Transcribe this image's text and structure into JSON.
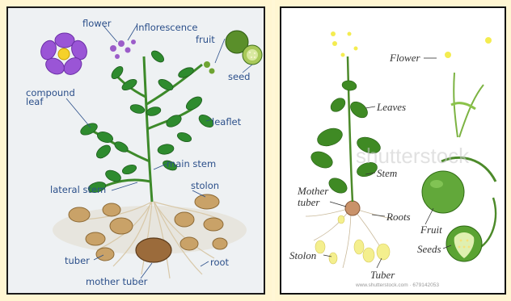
{
  "left_panel": {
    "labels": {
      "flower": "flower",
      "inflorescence": "inflorescence",
      "fruit": "fruit",
      "seed": "seed",
      "compound_leaf": "compound leaf",
      "leaflet": "leaflet",
      "main_stem": "main stem",
      "lateral_stem": "lateral stem",
      "stolon": "stolon",
      "tuber": "tuber",
      "root": "root",
      "mother_tuber": "mother tuber"
    }
  },
  "right_panel": {
    "labels": {
      "flower": "Flower",
      "leaves": "Leaves",
      "stem": "Stem",
      "mother_tuber": "Mother tuber",
      "roots": "Roots",
      "stolon": "Stolon",
      "tuber": "Tuber",
      "fruit": "Fruit",
      "seeds": "Seeds"
    },
    "watermark": "shutterstock",
    "footer": "www.shutterstock.com · 679142053"
  }
}
